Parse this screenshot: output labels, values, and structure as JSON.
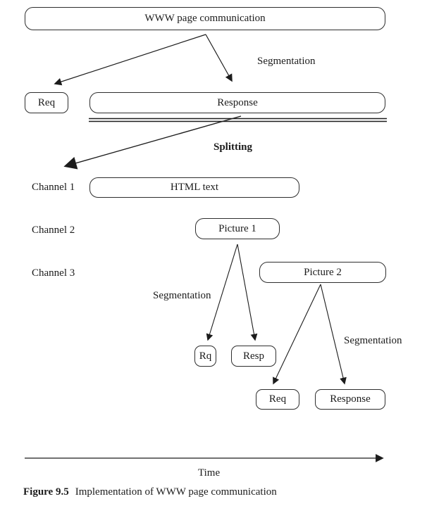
{
  "boxes": {
    "www": "WWW page communication",
    "req_top": "Req",
    "response_top": "Response",
    "html_text": "HTML text",
    "picture1": "Picture 1",
    "picture2": "Picture 2",
    "rq": "Rq",
    "resp": "Resp",
    "req_bottom": "Req",
    "response_bottom": "Response"
  },
  "labels": {
    "segmentation_top": "Segmentation",
    "splitting": "Splitting",
    "segmentation_picture1": "Segmentation",
    "segmentation_picture2": "Segmentation",
    "channel1": "Channel 1",
    "channel2": "Channel 2",
    "channel3": "Channel 3",
    "time": "Time"
  },
  "caption": {
    "figure_number": "Figure 9.5",
    "title": "Implementation of WWW page communication"
  },
  "colors": {
    "ink": "#1c1c1c",
    "background": "#ffffff"
  }
}
